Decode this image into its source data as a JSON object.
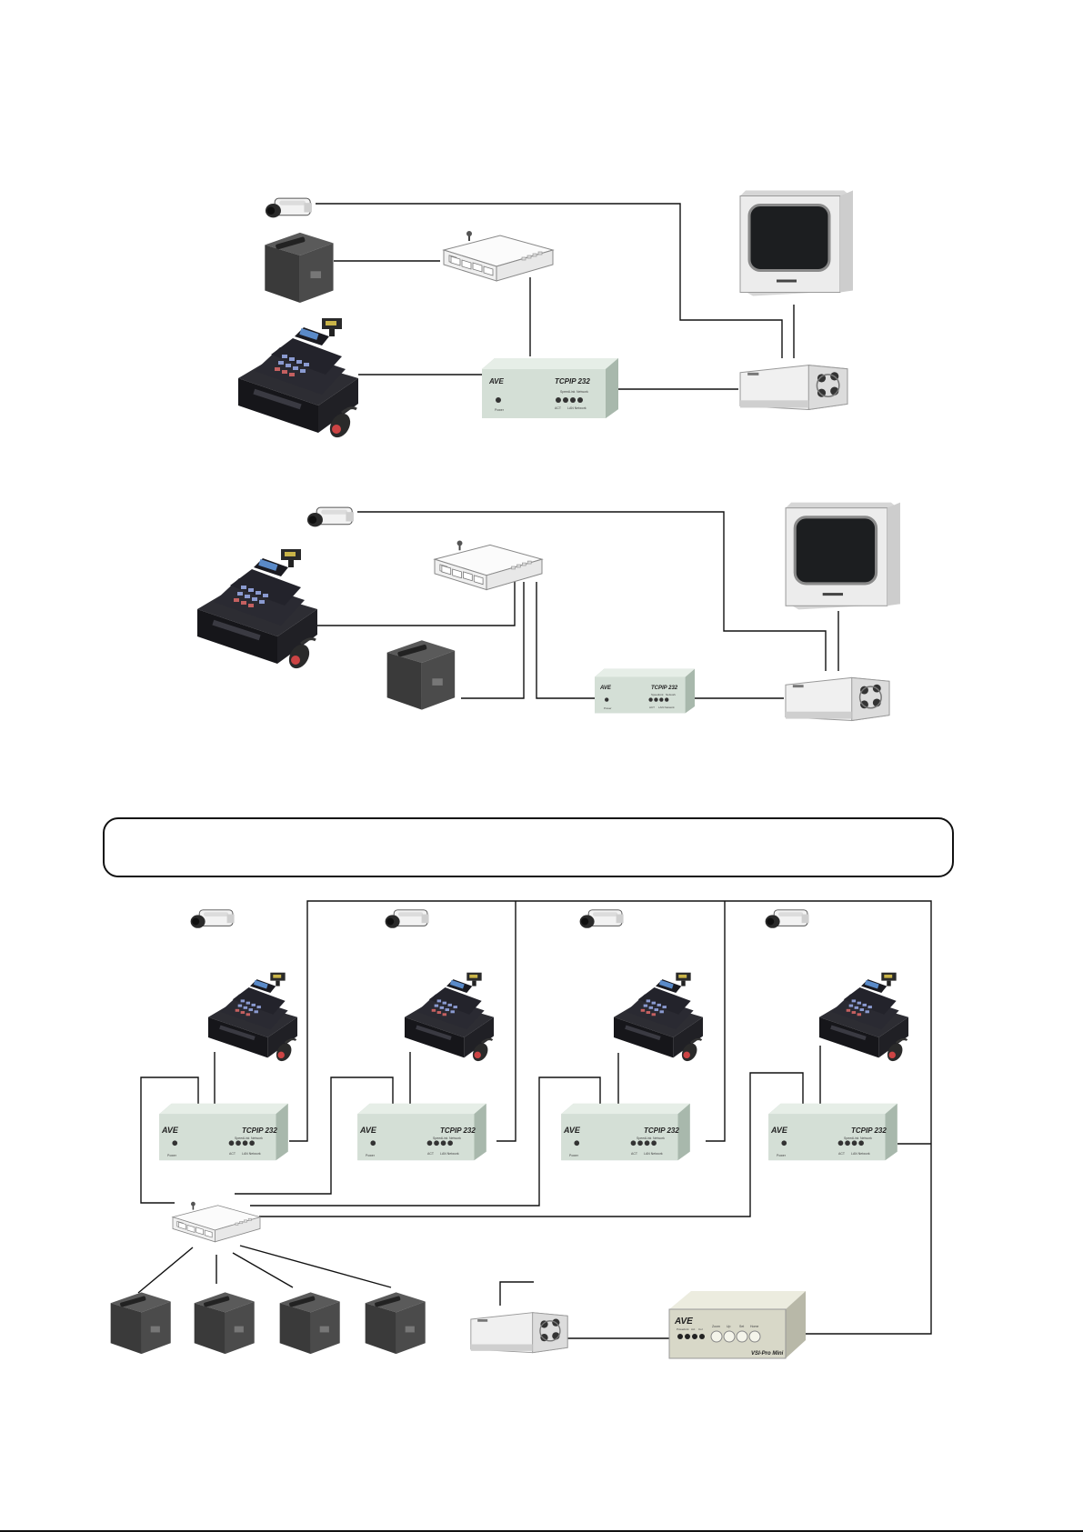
{
  "brand": "AVE",
  "converter_model": "TCPIP 232",
  "converter_small": [
    "Power",
    "Speed",
    "Link",
    "Network",
    "ACT",
    "LAN Network"
  ],
  "multiplexer_model": "VSI-Pro Mini",
  "multiplexer_small": [
    "Power",
    "Link",
    "Act",
    "Col",
    "Zoom",
    "Up",
    "Set",
    "Home"
  ],
  "banner_text": "",
  "colors": {
    "wire": "#111111",
    "converter_body": "#d4dfd6",
    "converter_front": "#c4d2c7",
    "printer": "#3f3f3f",
    "register": "#1f1f26",
    "monitor": "#e2e2e2",
    "screen": "#1c1e20"
  },
  "icons": [
    "camera-icon",
    "printer-icon",
    "cash-register-icon",
    "network-hub-icon",
    "converter-box-icon",
    "monitor-icon",
    "dvr-icon",
    "multiplexer-icon"
  ]
}
